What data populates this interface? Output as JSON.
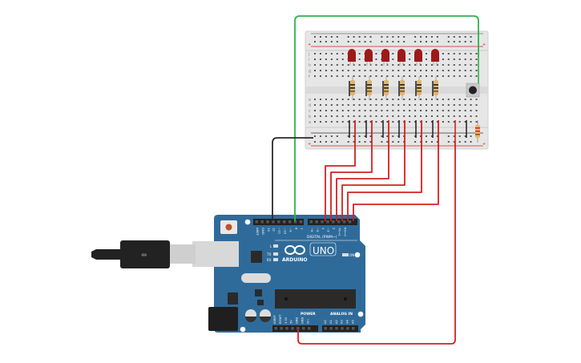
{
  "colors": {
    "board": "#2f6b9a",
    "breadboard": "#e6e6e6",
    "wire_red": "#d42020",
    "wire_black": "#2a2a2a",
    "wire_green": "#2fb34a",
    "led": "#a01818"
  },
  "arduino": {
    "brand": "ARDUINO",
    "model": "UNO",
    "digital_label": "DIGITAL (PWM~)",
    "power_label": "POWER",
    "analog_label": "ANALOG IN",
    "on_label": "ON",
    "l_label": "L",
    "tx_label": "TX",
    "rx_label": "RX",
    "digital_pins": [
      "AREF",
      "GND",
      "13",
      "12",
      "~11",
      "~10",
      "~9",
      "8",
      "7",
      "~6",
      "~5",
      "4",
      "~3",
      "2",
      "TX→1",
      "RX←0"
    ],
    "power_pins": [
      "IOREF",
      "RESET",
      "3.3V",
      "5V",
      "GND",
      "GND",
      "Vin"
    ],
    "analog_pins": [
      "A0",
      "A1",
      "A2",
      "A3",
      "A4",
      "A5"
    ]
  },
  "breadboard": {
    "row_letters_top": [
      "j",
      "i",
      "h",
      "g",
      "f"
    ],
    "row_letters_bottom": [
      "e",
      "d",
      "c",
      "b",
      "a"
    ],
    "rail_plus": "+",
    "rail_minus": "-"
  },
  "components": {
    "led_count": 6,
    "resistor_count": 7,
    "pushbutton_count": 1
  }
}
